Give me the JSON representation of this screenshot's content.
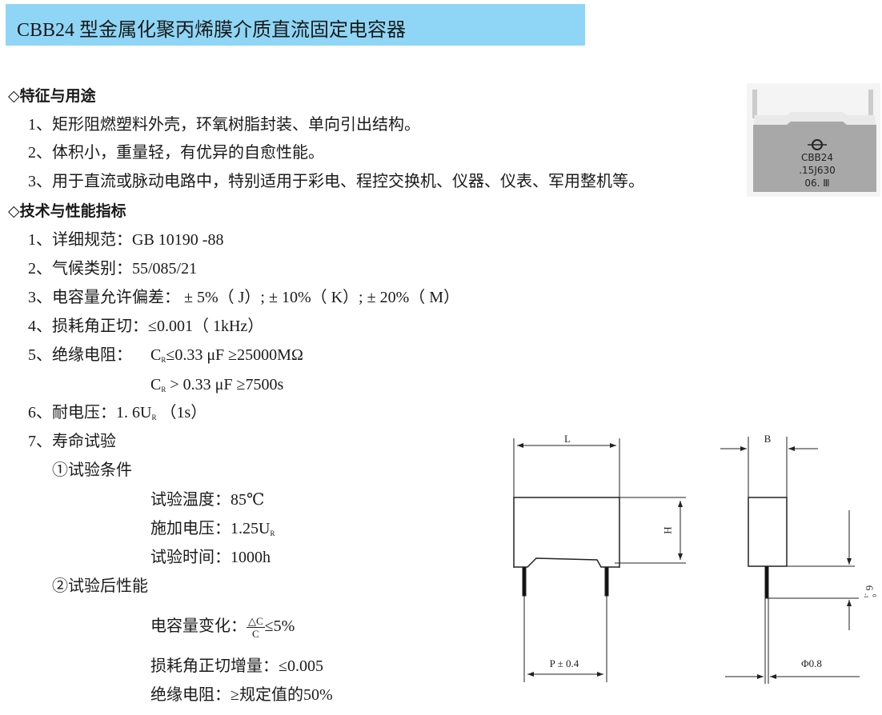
{
  "title": "CBB24 型金属化聚丙烯膜介质直流固定电容器",
  "colors": {
    "banner": "#8fd6f6"
  },
  "features": {
    "heading": "◇特征与用途",
    "items": [
      "1、矩形阻燃塑料外壳，环氧树脂封装、单向引出结构。",
      "2、体积小，重量轻，有优异的自愈性能。",
      "3、用于直流或脉动电路中，特别适用于彩电、程控交换机、仪器、仪表、军用整机等。"
    ]
  },
  "specs": {
    "heading": "◇技术与性能指标",
    "s1": "1、详细规范：GB  10190 -88",
    "s2": "2、气候类别：55/085/21",
    "s3": "3、电容量允许偏差： ± 5%（ J）;  ± 10%（ K）; ± 20%（ M）",
    "s4": "4、损耗角正切：≤0.001（ 1kHz）",
    "s5_label": "5、绝缘电阻：",
    "s5a_pre": "C",
    "s5a_sub": "R",
    "s5a_post": "≤0.33 μF    ≥25000MΩ",
    "s5b_pre": "C",
    "s5b_sub": "R",
    "s5b_post": " > 0.33 μF    ≥7500s",
    "s6_pre": "6、耐电压：1. 6U",
    "s6_sub": "R",
    "s6_post": " （1s）",
    "s7": "7、寿命试验",
    "cond_heading": "①试验条件",
    "temp": "试验温度：85℃",
    "volt_pre": "施加电压：1.25U",
    "volt_sub": "R",
    "time": "试验时间：1000h",
    "after_heading": "②试验后性能",
    "cap_label": "电容量变化：",
    "cap_num": "△C",
    "cap_den": "C",
    "cap_post": "≤5%",
    "tan": "损耗角正切增量：≤0.005",
    "ir": "绝缘电阻：≥规定值的50%"
  },
  "photo": {
    "logo": "logo-icon",
    "line1": "CBB24",
    "line2": ".15J630",
    "line3": "06. Ⅲ"
  },
  "drawing": {
    "L": "L",
    "H": "H",
    "B": "B",
    "P": "P ± 0.4",
    "lead": "6",
    "lead_tol_upper": "0",
    "lead_tol_lower": "-1",
    "phi": "Φ0.8"
  }
}
